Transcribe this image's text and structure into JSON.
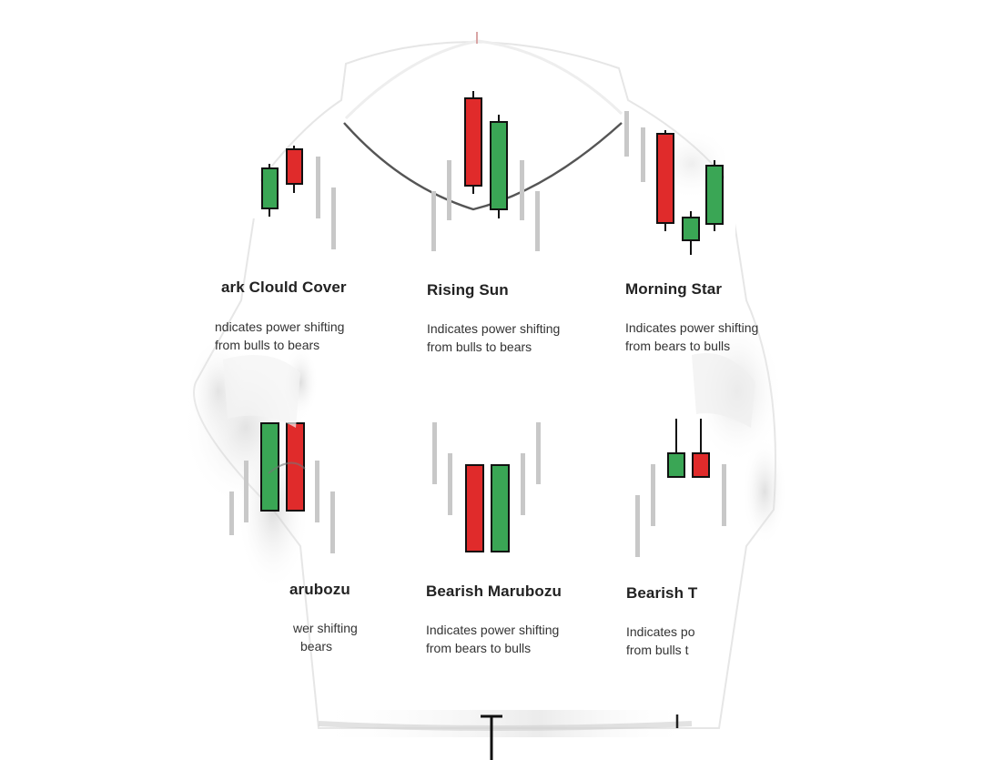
{
  "image": {
    "subject": "hoodie-back-print",
    "colors": {
      "bullish": "#3aa655",
      "bearish": "#e02b2b",
      "ghost": "#c8c8c8",
      "fabric_shadow": "#d9d9d9",
      "text": "#222222"
    }
  },
  "patterns": [
    {
      "title": "ark Clould Cover",
      "desc_line1": "ndicates power shifting",
      "desc_line2": "from bulls to bears"
    },
    {
      "title": "Rising Sun",
      "desc_line1": "Indicates power shifting",
      "desc_line2": "from bulls to bears"
    },
    {
      "title": "Morning Star",
      "desc_line1": "Indicates power shifting",
      "desc_line2": "from bears to bulls"
    },
    {
      "title": "arubozu",
      "desc_line1": "wer shifting",
      "desc_line2": "bears"
    },
    {
      "title": "Bearish Marubozu",
      "desc_line1": "Indicates power shifting",
      "desc_line2": "from bears to bulls"
    },
    {
      "title": "Bearish T",
      "desc_line1": "Indicates po",
      "desc_line2": "from bulls t"
    }
  ]
}
